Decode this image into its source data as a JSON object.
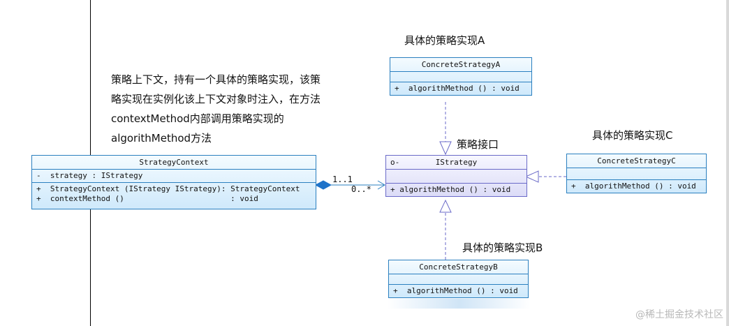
{
  "labels": {
    "strategy_a": "具体的策略实现A",
    "strategy_b": "具体的策略实现B",
    "strategy_c": "具体的策略实现C",
    "interface": "策略接口"
  },
  "note": {
    "lines": [
      "策略上下文，持有一个具体的策略实现，该策",
      "略实现在实例化该上下文对象时注入，在方法",
      "contextMethod内部调用策略实现的",
      "algorithMethod方法"
    ]
  },
  "classes": {
    "context": {
      "name": "StrategyContext",
      "attributes": [
        "-  strategy : IStrategy"
      ],
      "methods": [
        "+  StrategyContext (IStrategy IStrategy): StrategyContext",
        "+  contextMethod ()                       : void"
      ]
    },
    "istrategy": {
      "name": "IStrategy",
      "marker": "o-",
      "methods": [
        "+ algorithMethod () : void"
      ]
    },
    "concrete_a": {
      "name": "ConcreteStrategyA",
      "methods": [
        "+  algorithMethod () : void"
      ]
    },
    "concrete_b": {
      "name": "ConcreteStrategyB",
      "methods": [
        "+  algorithMethod () : void"
      ]
    },
    "concrete_c": {
      "name": "ConcreteStrategyC",
      "methods": [
        "+  algorithMethod () : void"
      ]
    }
  },
  "association": {
    "source_multiplicity": "1..1",
    "target_multiplicity": "0..*"
  },
  "watermark": "@稀土掘金技术社区",
  "colors": {
    "class_border": "#2a7fbf",
    "interface_border": "#6a6ac8",
    "connector": "#6a6ac8"
  }
}
